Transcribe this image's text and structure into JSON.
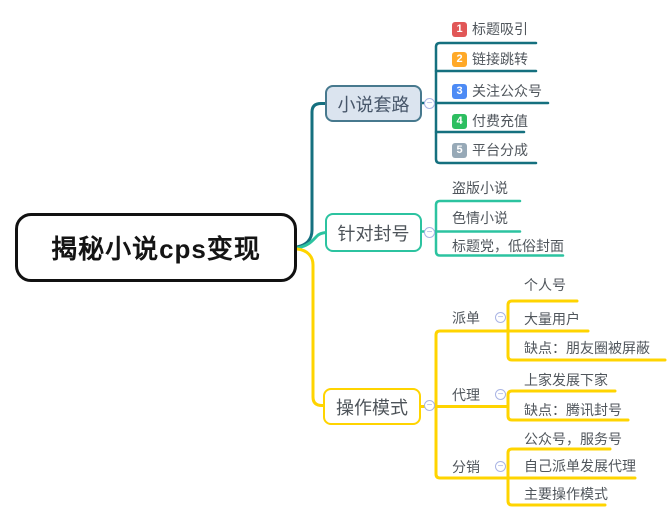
{
  "root": {
    "label": "揭秘小说cps变现"
  },
  "branches": [
    {
      "label": "小说套路",
      "children": [
        {
          "badge": "1",
          "badge_color": "#e15757",
          "label": "标题吸引"
        },
        {
          "badge": "2",
          "badge_color": "#ffa928",
          "label": "链接跳转"
        },
        {
          "badge": "3",
          "badge_color": "#4d8bf5",
          "label": "关注公众号"
        },
        {
          "badge": "4",
          "badge_color": "#2dbe60",
          "label": "付费充值"
        },
        {
          "badge": "5",
          "badge_color": "#97a9b7",
          "label": "平台分成"
        }
      ]
    },
    {
      "label": "针对封号",
      "children": [
        {
          "label": "盗版小说"
        },
        {
          "label": "色情小说"
        },
        {
          "label": "标题党，低俗封面"
        }
      ]
    },
    {
      "label": "操作模式",
      "children": [
        {
          "label": "派单",
          "children": [
            {
              "label": "个人号"
            },
            {
              "label": "大量用户"
            },
            {
              "label": "缺点：朋友圈被屏蔽"
            }
          ]
        },
        {
          "label": "代理",
          "children": [
            {
              "label": "上家发展下家"
            },
            {
              "label": "缺点：腾讯封号"
            }
          ]
        },
        {
          "label": "分销",
          "children": [
            {
              "label": "公众号，服务号"
            },
            {
              "label": "自己派单发展代理"
            },
            {
              "label": "主要操作模式"
            }
          ]
        }
      ]
    }
  ],
  "collapse_glyph": "−",
  "colors": {
    "branch1_line": "#15707f",
    "branch1_node_bg": "#dbe4ef",
    "branch1_node_border": "#47798e",
    "branch1_node_text": "#47566a",
    "branch2_line": "#2cc3a0",
    "branch3_line": "#ffd400",
    "root_border": "#111111",
    "topic_text": "#50565c",
    "collapse_accent": "#a9b4e4"
  }
}
